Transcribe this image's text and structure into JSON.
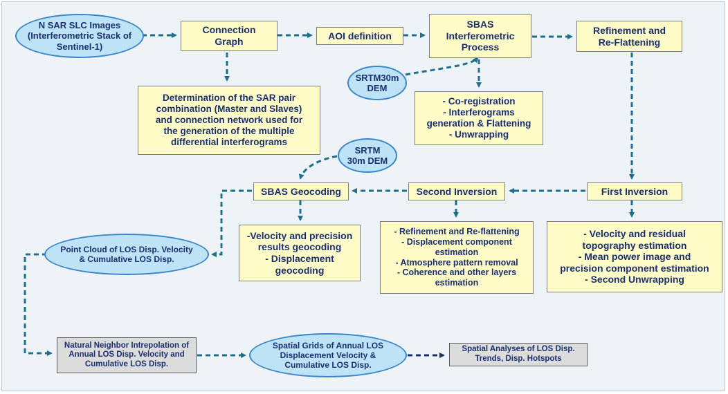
{
  "nodes": {
    "sar_images": "N SAR SLC Images\n(Interferometric Stack of\nSentinel-1)",
    "connection_graph": "Connection\nGraph",
    "aoi_definition": "AOI definition",
    "sbas_interferometric": "SBAS\nInterferometric\nProcess",
    "refinement_reflattening": "Refinement and\nRe-Flattening",
    "srtm30m_dem_1": "SRTM30m\nDEM",
    "pair_combination": "Determination of the SAR pair\ncombination (Master and Slaves)\nand connection network used for\nthe generation of the multiple\ndifferential interferograms",
    "coregistration": "- Co-registration\n- Interferograms\ngeneration & Flattening\n- Unwrapping",
    "srtm30m_dem_2": "SRTM\n30m DEM",
    "sbas_geocoding": "SBAS Geocoding",
    "second_inversion": "Second Inversion",
    "first_inversion": "First Inversion",
    "point_cloud": "Point Cloud of LOS Disp. Velocity\n& Cumulative LOS Disp.",
    "velocity_precision": "-Velocity and precision\nresults geocoding\n- Displacement\ngeocoding",
    "refinement_list": "- Refinement and Re-flattening\n- Displacement component\nestimation\n- Atmosphere pattern removal\n- Coherence and other layers\nestimation",
    "velocity_residual": "- Velocity and residual\ntopography estimation\n- Mean power image and\nprecision component estimation\n- Second Unwrapping",
    "natural_neighbor": "Natural Neighbor Intrepolation of\nAnnual LOS Disp. Velocity and\nCumulative LOS Disp.",
    "spatial_grids": "Spatial Grids of Annual LOS\nDisplacement Velocity &\nCumulative LOS Disp.",
    "spatial_analyses": "Spatial Analyses of LOS Disp.\nTrends, Disp. Hotspots"
  },
  "colors": {
    "arrow": "#1f6f8b",
    "arrow_dark": "#1a2f6d",
    "box_fill": "#fffcc8",
    "ellipse_fill": "#bee3f6",
    "ellipse_border": "#3a86c8",
    "gray_fill": "#dcdcdc",
    "text": "#1a2f6d"
  }
}
